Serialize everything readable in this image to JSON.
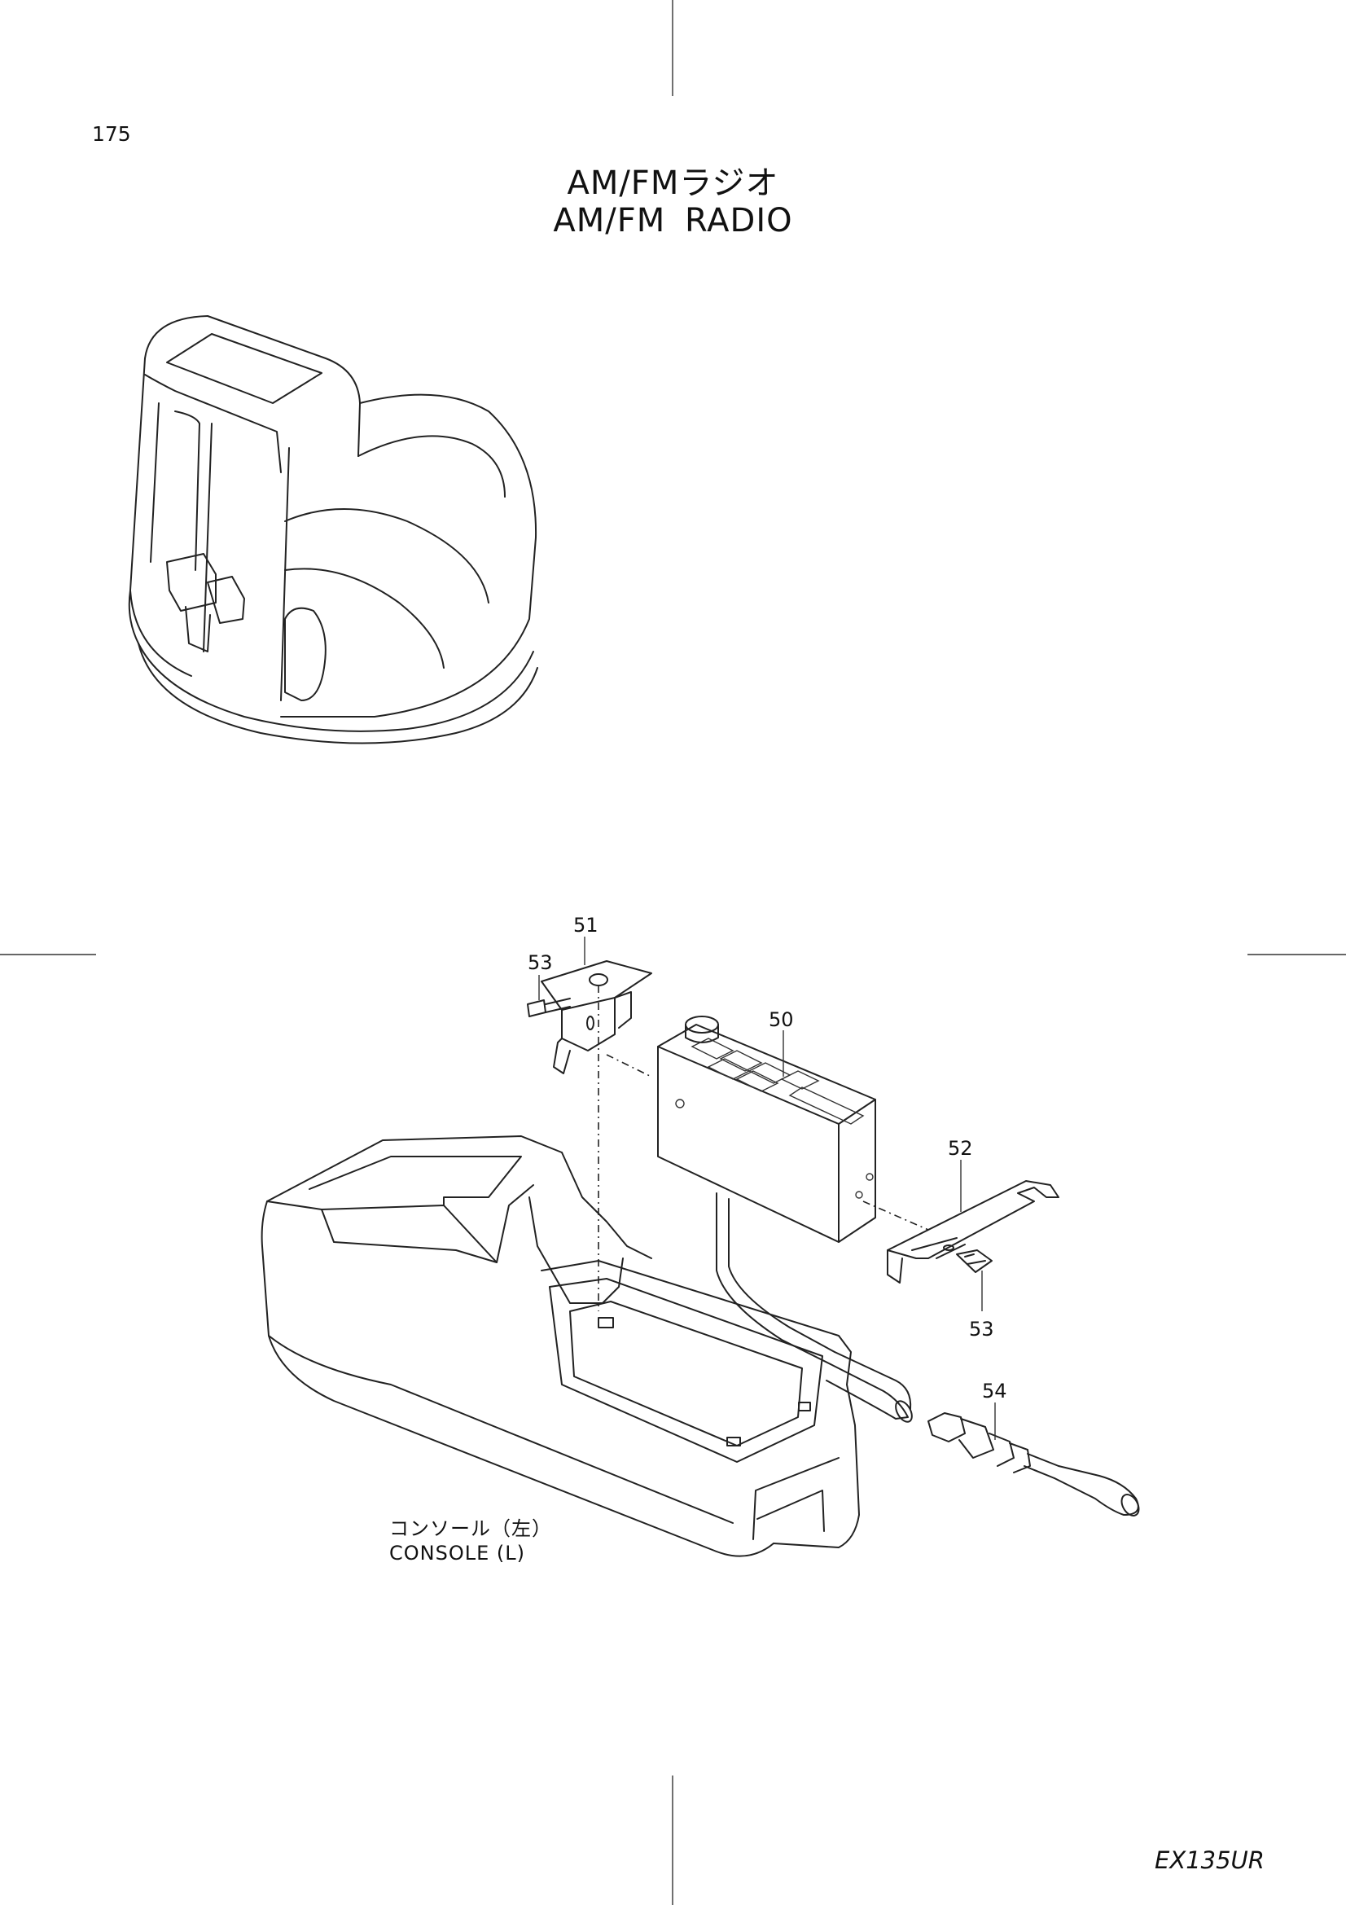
{
  "page": {
    "number": "175",
    "model": "EX135UR"
  },
  "title": {
    "japanese": "AM/FMラジオ",
    "english": "AM/FM  RADIO"
  },
  "callouts": [
    {
      "id": "50",
      "part": "radio"
    },
    {
      "id": "51",
      "part": "bracket"
    },
    {
      "id": "52",
      "part": "bracket"
    },
    {
      "id": "53",
      "part": "bolt"
    },
    {
      "id": "53b",
      "label": "53",
      "part": "bolt"
    },
    {
      "id": "54",
      "part": "antenna-connector"
    }
  ],
  "console_label": {
    "japanese": "コンソール（左）",
    "english": "CONSOLE  (L)"
  }
}
